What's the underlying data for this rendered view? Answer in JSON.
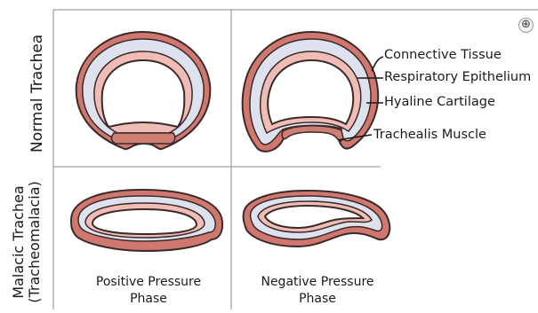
{
  "rows": {
    "normal": "Normal Trachea",
    "malacic_line1": "Malacic Trachea",
    "malacic_line2": "(Tracheomalacia)"
  },
  "callouts": {
    "connective": "Connective Tissue",
    "epithelium": "Respiratory Epithelium",
    "cartilage": "Hyaline Cartilage",
    "muscle": "Trachealis Muscle"
  },
  "phases": {
    "positive_line1": "Positive Pressure",
    "positive_line2": "Phase",
    "negative_line1": "Negative Pressure",
    "negative_line2": "Phase"
  },
  "zoom_icon": "⊕",
  "colors": {
    "connective_tissue": "#d07870",
    "hyaline_cartilage": "#dde2ee",
    "respiratory_epithelium": "#f0bcb6",
    "trachealis_muscle": "#cf7e72",
    "outline": "#3a2a28",
    "grid": "#8a8a8a"
  }
}
